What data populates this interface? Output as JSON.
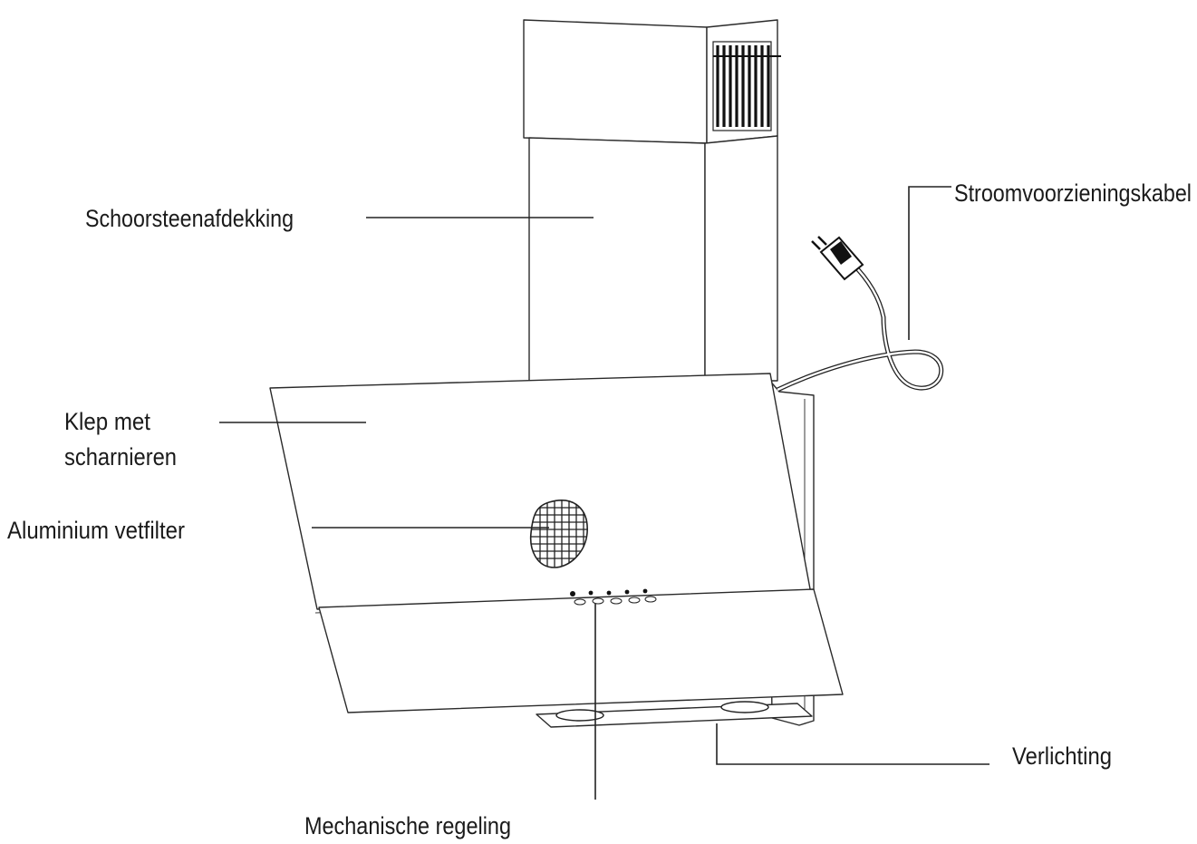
{
  "labels": {
    "chimney_cover": "Schoorsteenafdekking",
    "power_cable": "Stroomvoorzieningskabel",
    "hinged_flap_line1": "Klep met",
    "hinged_flap_line2": "scharnieren",
    "grease_filter": "Aluminium vetfilter",
    "lighting": "Verlichting",
    "control": "Mechanische regeling"
  },
  "colors": {
    "line": "#222222",
    "text": "#1a1a1a",
    "background": "#ffffff"
  }
}
